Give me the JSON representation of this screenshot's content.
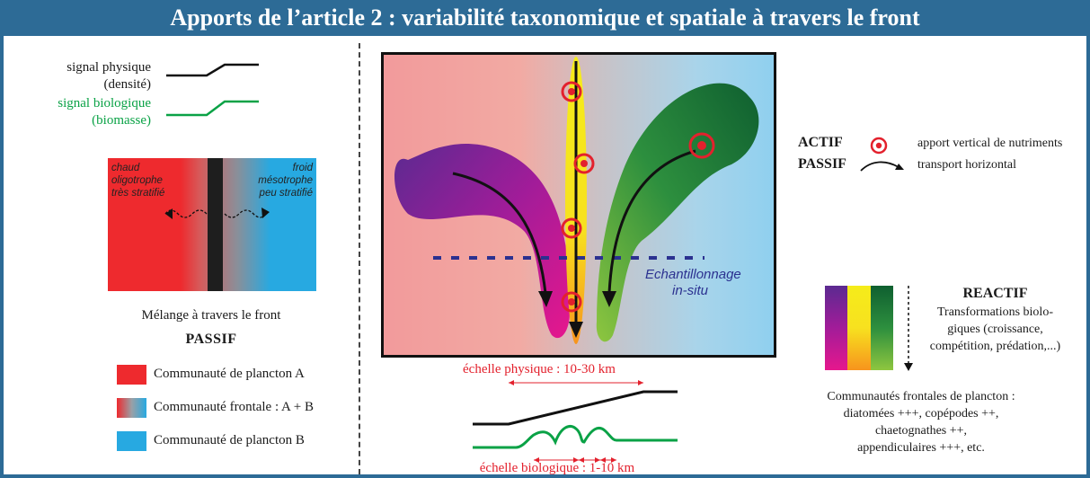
{
  "title": "Apports de l’article 2 : variabilité taxonomique et spatiale à travers le front",
  "colors": {
    "frame": "#2d6b96",
    "warm": "#ee2a2e",
    "cold": "#27a9e1",
    "physical_signal": "#111111",
    "biological_signal": "#0aa246",
    "scale_red": "#e3212d",
    "sampling": "#2b3190",
    "yellow": "#f5ec1a",
    "magenta": "#e6178d",
    "purple": "#5b2a91",
    "green": "#1a7a3a"
  },
  "left_panel": {
    "signal_physical_line1": "signal physique",
    "signal_physical_line2": "(densité)",
    "signal_bio_line1": "signal biologique",
    "signal_bio_line2": "(biomasse)",
    "warm_lines": [
      "chaud",
      "oligotrophe",
      "très stratifié"
    ],
    "cold_lines": [
      "froid",
      "mésotrophe",
      "peu stratifié"
    ],
    "mixing_caption": "Mélange à travers le front",
    "passif": "PASSIF",
    "legend": [
      {
        "label": "Communauté de plancton A"
      },
      {
        "label": "Communauté frontale : A + B"
      },
      {
        "label": "Communauté de plancton B"
      }
    ]
  },
  "center_panel": {
    "sampling_line1": "Echantillonnage",
    "sampling_line2": "in-situ",
    "physical_scale": "échelle physique : 10-30 km",
    "biological_scale": "échelle biologique : 1-10 km"
  },
  "right_panel": {
    "actif": "ACTIF",
    "actif_desc": "apport vertical de nutriments",
    "passif": "PASSIF",
    "passif_desc": "transport horizontal",
    "reactif": "REACTIF",
    "reactif_lines": [
      "Transformations biolo-",
      "giques (croissance,",
      "compétition, prédation,...)"
    ],
    "communities_lines": [
      "Communautés frontales de plancton :",
      "diatomées +++, copépodes ++,",
      "chaetognathes ++,",
      "appendiculaires +++, etc."
    ]
  }
}
